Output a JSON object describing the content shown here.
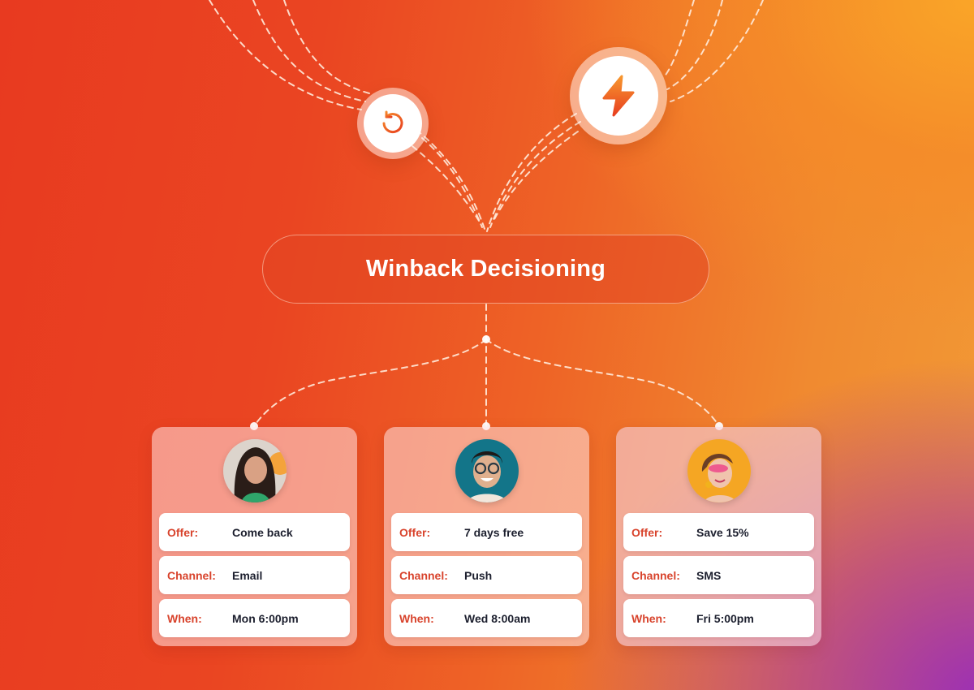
{
  "title": "Winback Decisioning",
  "colors": {
    "background_left": "#e83a20",
    "background_top_right": "#f9a02c",
    "background_bottom_right": "#9a2eb0",
    "label_red": "#d8432c",
    "value_dark": "#1c1f2e",
    "icon_orange": "#f06a24"
  },
  "inputs": [
    {
      "icon": "undo-icon"
    },
    {
      "icon": "lightning-bolt-icon"
    }
  ],
  "cards": [
    {
      "avatar": "woman-long-dark-hair",
      "rows": [
        {
          "label": "Offer:",
          "value": "Come back"
        },
        {
          "label": "Channel:",
          "value": "Email"
        },
        {
          "label": "When:",
          "value": "Mon 6:00pm"
        }
      ]
    },
    {
      "avatar": "man-glasses",
      "rows": [
        {
          "label": "Offer:",
          "value": "7 days free"
        },
        {
          "label": "Channel:",
          "value": "Push"
        },
        {
          "label": "When:",
          "value": "Wed 8:00am"
        }
      ]
    },
    {
      "avatar": "woman-pink-makeup",
      "rows": [
        {
          "label": "Offer:",
          "value": "Save 15%"
        },
        {
          "label": "Channel:",
          "value": "SMS"
        },
        {
          "label": "When:",
          "value": "Fri 5:00pm"
        }
      ]
    }
  ]
}
